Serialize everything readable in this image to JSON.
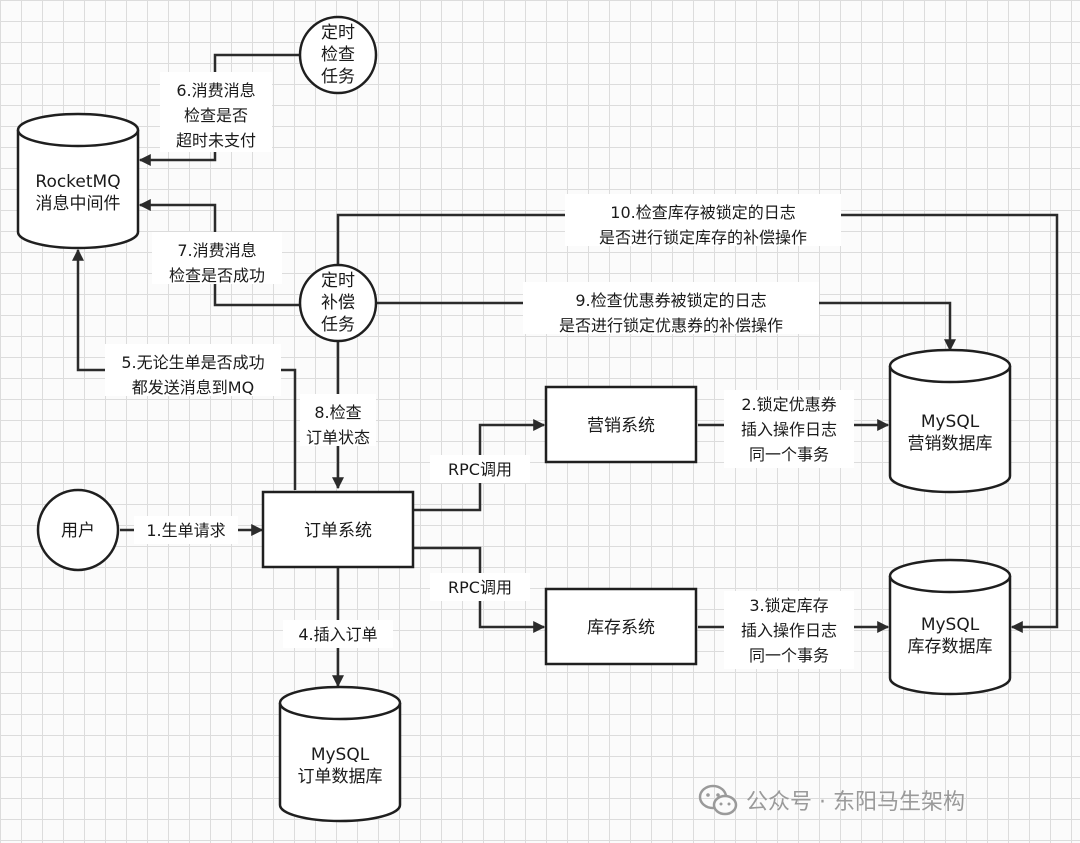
{
  "nodes": {
    "scheduler_check": [
      "定时",
      "检查",
      "任务"
    ],
    "rocketmq": [
      "RocketMQ",
      "消息中间件"
    ],
    "scheduler_compensate": [
      "定时",
      "补偿",
      "任务"
    ],
    "user": [
      "用户"
    ],
    "order_system": [
      "订单系统"
    ],
    "marketing_system": [
      "营销系统"
    ],
    "inventory_system": [
      "库存系统"
    ],
    "marketing_db": [
      "MySQL",
      "营销数据库"
    ],
    "inventory_db": [
      "MySQL",
      "库存数据库"
    ],
    "order_db": [
      "MySQL",
      "订单数据库"
    ]
  },
  "edges": {
    "e1": [
      "1.生单请求"
    ],
    "e2": [
      "2.锁定优惠券",
      "插入操作日志",
      "同一个事务"
    ],
    "e3": [
      "3.锁定库存",
      "插入操作日志",
      "同一个事务"
    ],
    "e4": [
      "4.插入订单"
    ],
    "e5": [
      "5.无论生单是否成功",
      "都发送消息到MQ"
    ],
    "e6": [
      "6.消费消息",
      "检查是否",
      "超时未支付"
    ],
    "e7": [
      "7.消费消息",
      "检查是否成功"
    ],
    "e8": [
      "8.检查",
      "订单状态"
    ],
    "e9": [
      "9.检查优惠券被锁定的日志",
      "是否进行锁定优惠券的补偿操作"
    ],
    "e10": [
      "10.检查库存被锁定的日志",
      "是否进行锁定库存的补偿操作"
    ],
    "rpc_marketing": [
      "RPC调用"
    ],
    "rpc_inventory": [
      "RPC调用"
    ]
  },
  "watermark": {
    "text": "公众号 · 东阳马生架构",
    "icon": "wechat-icon"
  }
}
